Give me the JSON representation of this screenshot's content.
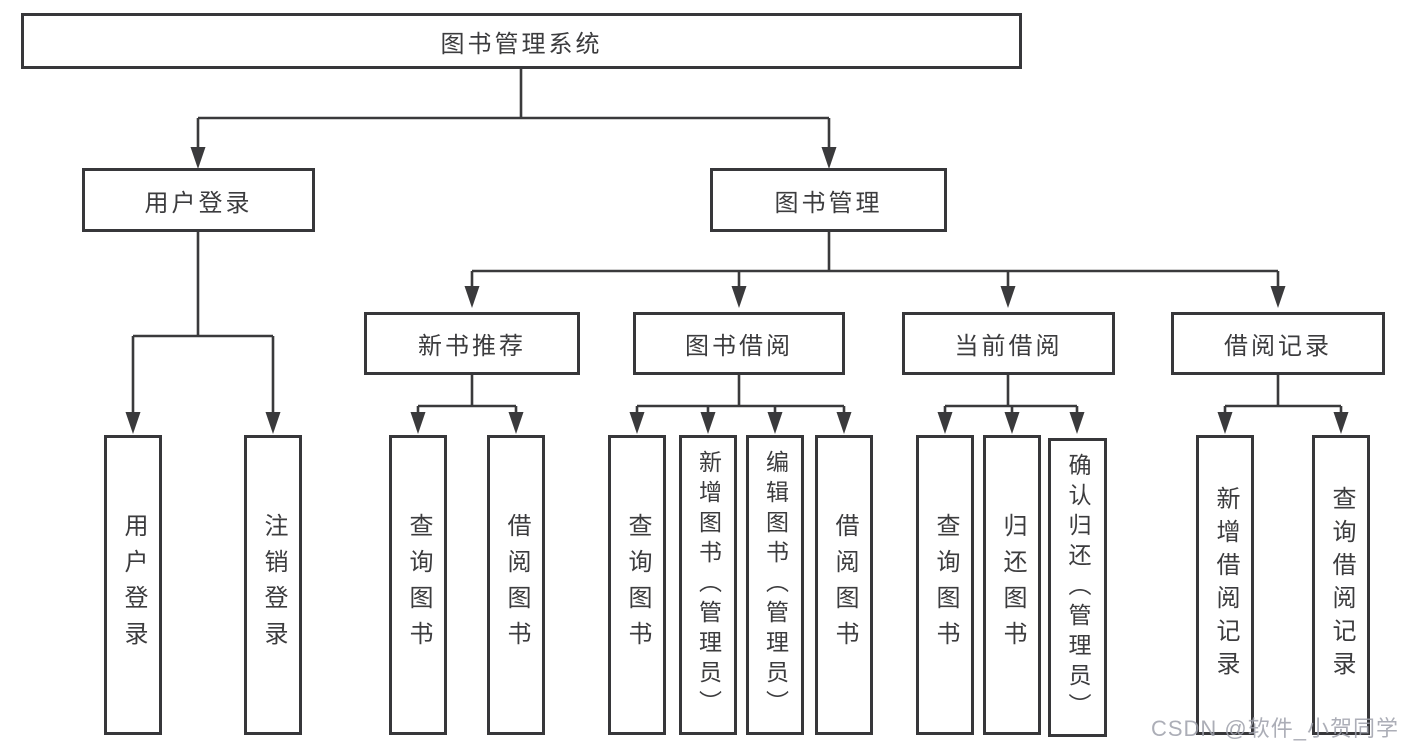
{
  "diagram": {
    "root": {
      "label": "图书管理系统"
    },
    "level2": [
      {
        "label": "用户登录"
      },
      {
        "label": "图书管理"
      }
    ],
    "level3": [
      {
        "label": "新书推荐"
      },
      {
        "label": "图书借阅"
      },
      {
        "label": "当前借阅"
      },
      {
        "label": "借阅记录"
      }
    ],
    "leaves": [
      {
        "label": "用户登录"
      },
      {
        "label": "注销登录"
      },
      {
        "label": "查询图书"
      },
      {
        "label": "借阅图书"
      },
      {
        "label": "查询图书"
      },
      {
        "label": "新增图书（管理员）"
      },
      {
        "label": "编辑图书（管理员）"
      },
      {
        "label": "借阅图书"
      },
      {
        "label": "查询图书"
      },
      {
        "label": "归还图书"
      },
      {
        "label": "确认归还（管理员）"
      },
      {
        "label": "新增借阅记录"
      },
      {
        "label": "查询借阅记录"
      }
    ],
    "colors": {
      "line": "#3a3a3c",
      "text": "#3c3c3e",
      "background": "#ffffff"
    }
  },
  "watermark": {
    "text": "CSDN @软件_小贺同学"
  }
}
